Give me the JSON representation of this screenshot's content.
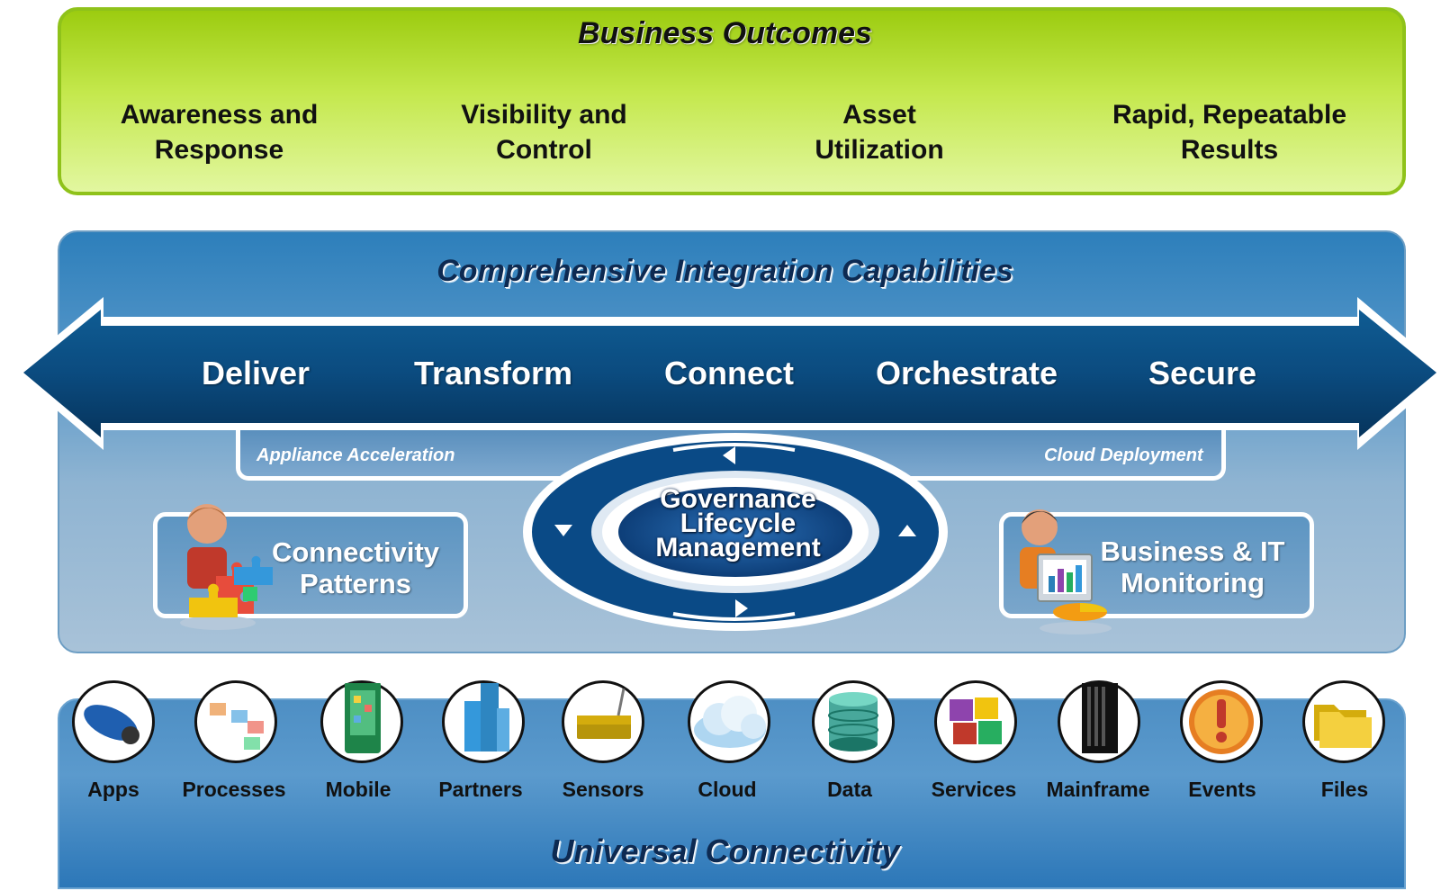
{
  "business_outcomes": {
    "title": "Business Outcomes",
    "items": [
      "Awareness and\nResponse",
      "Visibility and\nControl",
      "Asset\nUtilization",
      "Rapid, Repeatable\nResults"
    ]
  },
  "integration": {
    "title": "Comprehensive Integration Capabilities",
    "verbs": [
      "Deliver",
      "Transform",
      "Connect",
      "Orchestrate",
      "Secure"
    ],
    "appliance_label": "Appliance Acceleration",
    "cloud_label": "Cloud Deployment",
    "governance": "Governance\nLifecycle\nManagement",
    "left_box": "Connectivity\nPatterns",
    "right_box": "Business & IT\nMonitoring"
  },
  "universal": {
    "title": "Universal Connectivity",
    "sources": [
      "Apps",
      "Processes",
      "Mobile",
      "Partners",
      "Sensors",
      "Cloud",
      "Data",
      "Services",
      "Mainframe",
      "Events",
      "Files"
    ],
    "icons": [
      "gears-icon",
      "process-flow-icon",
      "mobile-phone-icon",
      "buildings-icon",
      "router-icon",
      "cloud-icon",
      "database-icon",
      "puzzle-icon",
      "server-rack-icon",
      "alert-icon",
      "folders-icon"
    ]
  }
}
